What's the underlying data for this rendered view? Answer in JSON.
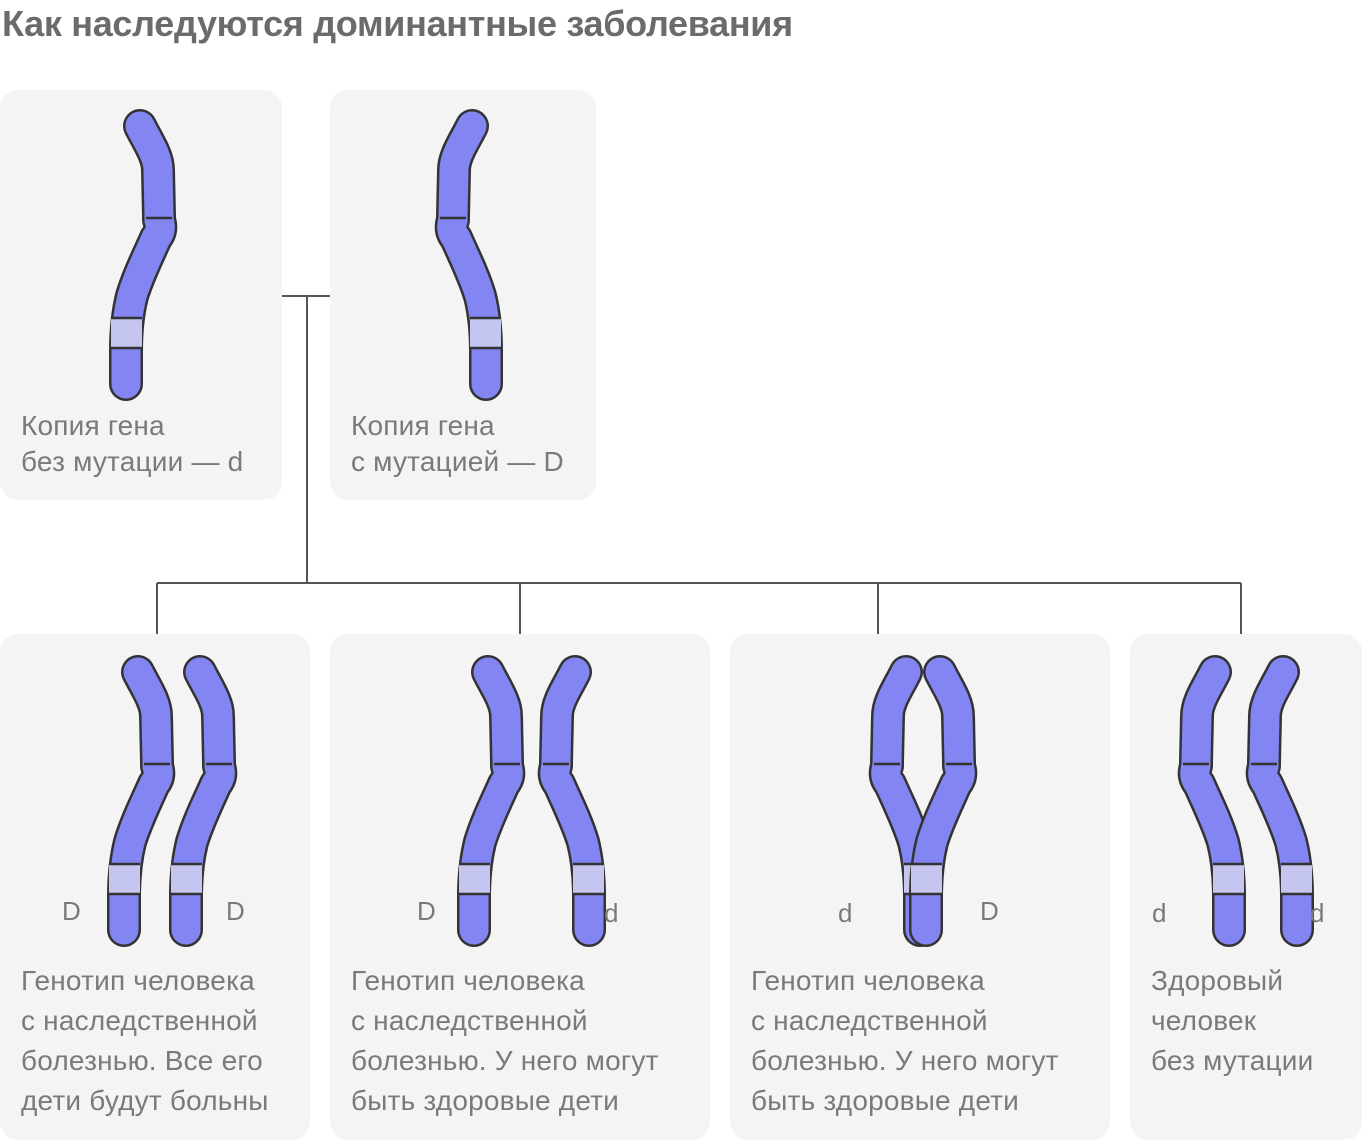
{
  "title": "Как наследуются доминантные заболевания",
  "parents": [
    {
      "line1": "Копия гена",
      "line2": "без мутации — d",
      "allele": "d"
    },
    {
      "line1": "Копия гена",
      "line2": "с мутацией — D",
      "allele": "D"
    }
  ],
  "children": [
    {
      "alleles": [
        "D",
        "D"
      ],
      "lines": [
        "Генотип человека",
        "с наследственной",
        "болезнью. Все его",
        "дети будут больны"
      ]
    },
    {
      "alleles": [
        "D",
        "d"
      ],
      "lines": [
        "Генотип человека",
        "с наследственной",
        "болезнью. У него могут",
        "быть здоровые дети"
      ]
    },
    {
      "alleles": [
        "d",
        "D"
      ],
      "lines": [
        "Генотип человека",
        "с наследственной",
        "болезнью. У него могут",
        "быть здоровые дети"
      ]
    },
    {
      "alleles": [
        "d",
        "d"
      ],
      "lines": [
        "Здоровый",
        "человек",
        "без мутации"
      ]
    }
  ],
  "colors": {
    "chromosome": "#8285f2",
    "band": "#c5c6f0",
    "outline": "#333333",
    "card": "#f4f4f4",
    "text": "#7a7a7a",
    "title": "#6b6b6b",
    "connector": "#555555"
  }
}
